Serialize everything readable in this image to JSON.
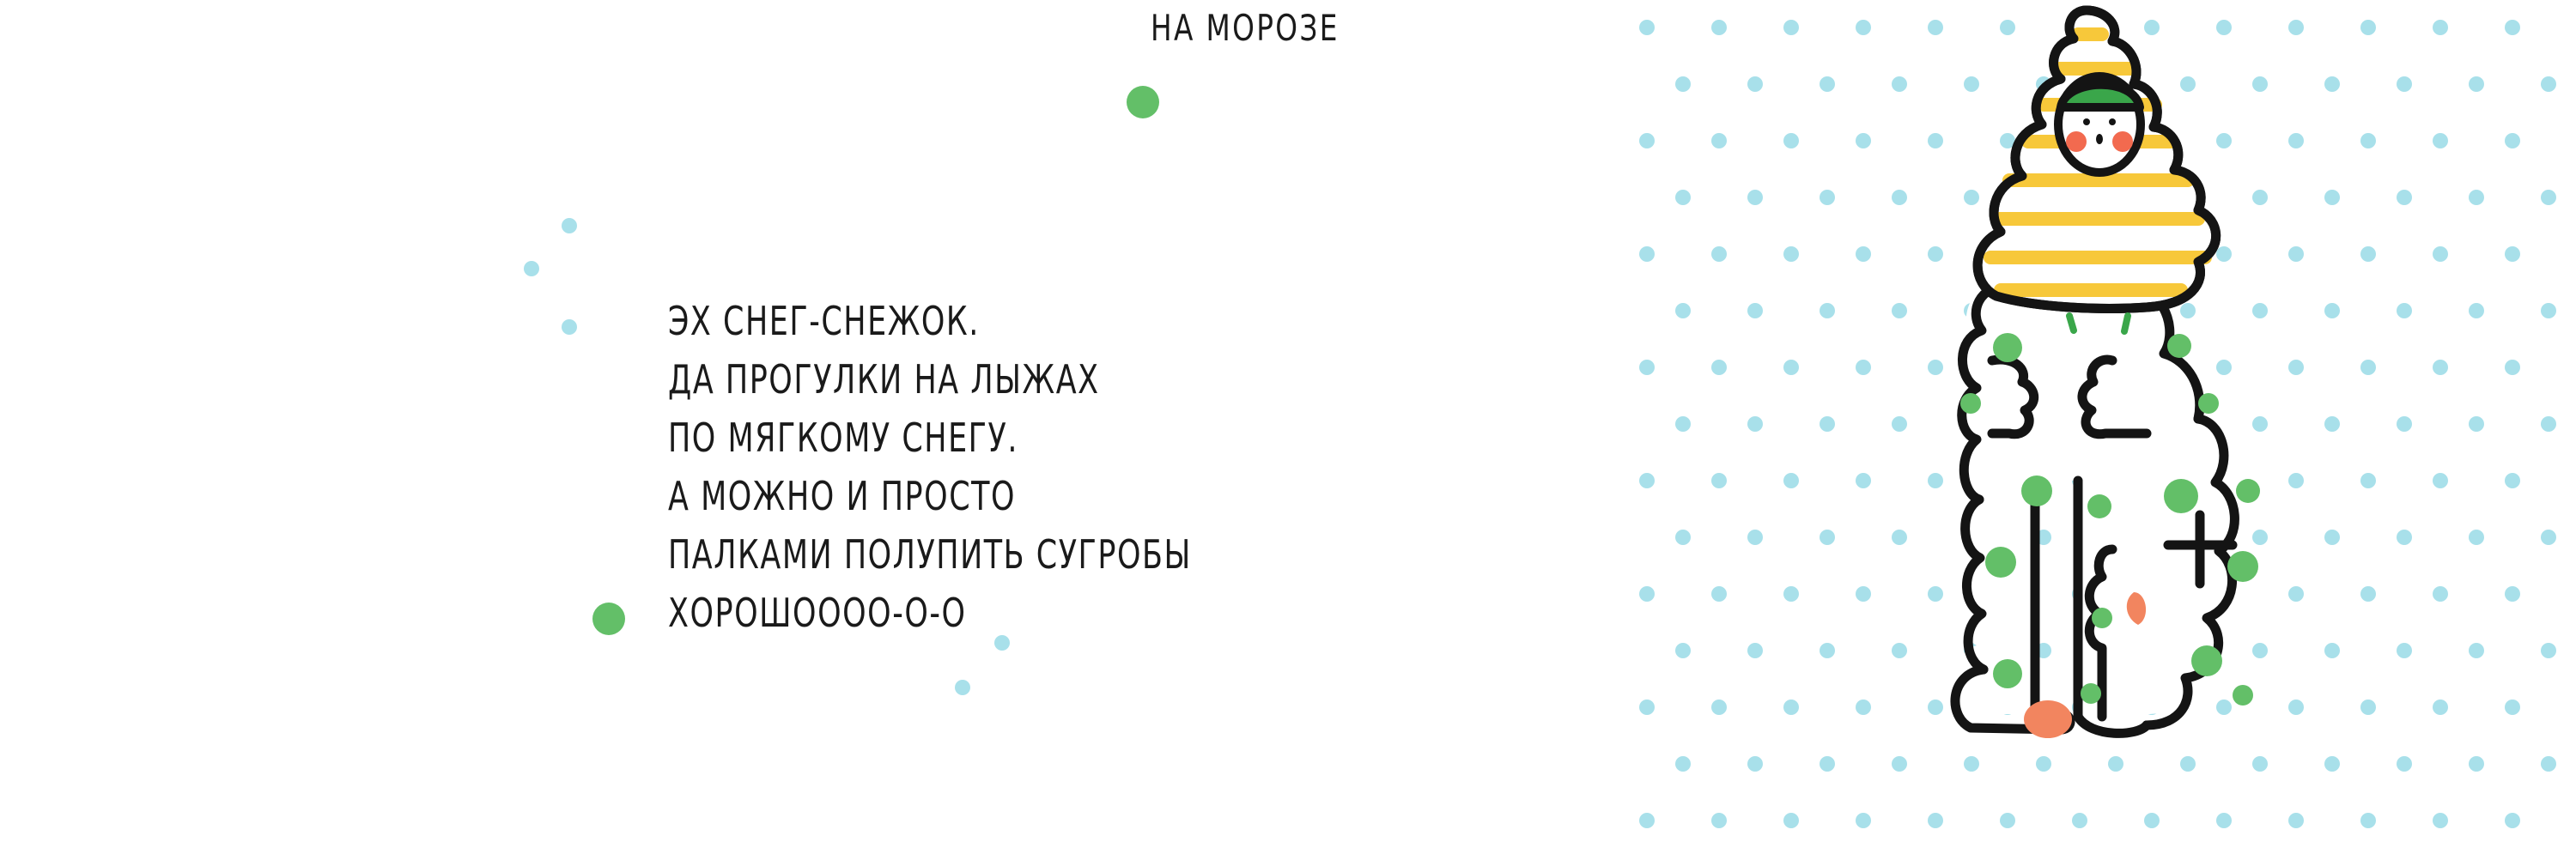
{
  "page": {
    "title": "НА МОРОЗЕ"
  },
  "poem": {
    "lines": [
      "ЭХ СНЕГ-СНЕЖОК.",
      "ДА ПРОГУЛКИ НА ЛЫЖАХ",
      "ПО МЯГКОМУ СНЕГУ.",
      "А МОЖНО И ПРОСТО",
      "ПАЛКАМИ ПОЛУПИТЬ СУГРОБЫ",
      "ХОРОШОООО-О-О"
    ]
  },
  "colors": {
    "background": "#ffffff",
    "ink": "#1a1a1a",
    "green_dot": "#63bf68",
    "blue_dot": "#a8e0ea",
    "hat_yellow": "#f7c83a",
    "cheek_red": "#f26a4f",
    "hair_green": "#3aa64a"
  },
  "illustration": {
    "subject": "child in striped yellow hat and fluffy white coat with green polka dots",
    "icon": "winter-child-illustration"
  }
}
